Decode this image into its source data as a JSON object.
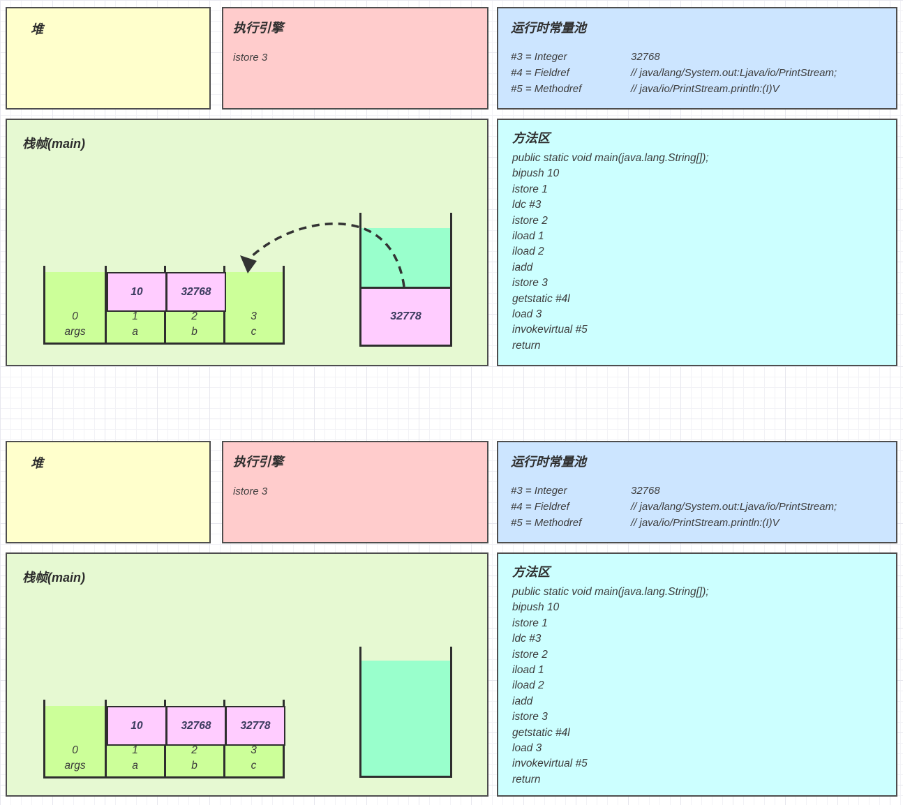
{
  "colors": {
    "heap_fill": "#FFFFCC",
    "engine_fill": "#FFCCCC",
    "constant_pool_fill": "#CCE5FF",
    "stack_frame_fill": "#E6F9D2",
    "method_area_fill": "#CCFFFF",
    "slot_fill": "#CCFF99",
    "value_cell_fill": "#FFCCFF",
    "operand_stack_fill": "#99FFCC",
    "border": "#4d4d4d"
  },
  "panels": [
    {
      "heap": {
        "title": "堆"
      },
      "engine": {
        "title": "执行引擎",
        "instruction": "istore 3"
      },
      "constant_pool": {
        "title": "运行时常量池",
        "entries": [
          {
            "ref": "#3 = Integer",
            "value": "32768"
          },
          {
            "ref": "#4 = Fieldref",
            "value": "// java/lang/System.out:Ljava/io/PrintStream;"
          },
          {
            "ref": "#5 = Methodref",
            "value": "// java/io/PrintStream.println:(I)V"
          }
        ]
      },
      "stack_frame": {
        "title": "栈帧(main)",
        "local_variables": [
          {
            "index": "0",
            "name": "args",
            "value": ""
          },
          {
            "index": "1",
            "name": "a",
            "value": "10"
          },
          {
            "index": "2",
            "name": "b",
            "value": "32768"
          },
          {
            "index": "3",
            "name": "c",
            "value": ""
          }
        ],
        "operand_stack": {
          "value": "32778"
        }
      },
      "method_area": {
        "title": "方法区",
        "code": [
          "public static void main(java.lang.String[]);",
          "bipush 10",
          "istore 1",
          "ldc #3",
          "istore 2",
          "iload 1",
          "iload 2",
          "iadd",
          "istore 3",
          "getstatic #4l",
          "load 3",
          "invokevirtual #5",
          "return"
        ]
      }
    },
    {
      "heap": {
        "title": "堆"
      },
      "engine": {
        "title": "执行引擎",
        "instruction": "istore 3"
      },
      "constant_pool": {
        "title": "运行时常量池",
        "entries": [
          {
            "ref": "#3 = Integer",
            "value": "32768"
          },
          {
            "ref": "#4 = Fieldref",
            "value": "// java/lang/System.out:Ljava/io/PrintStream;"
          },
          {
            "ref": "#5 = Methodref",
            "value": "// java/io/PrintStream.println:(I)V"
          }
        ]
      },
      "stack_frame": {
        "title": "栈帧(main)",
        "local_variables": [
          {
            "index": "0",
            "name": "args",
            "value": ""
          },
          {
            "index": "1",
            "name": "a",
            "value": "10"
          },
          {
            "index": "2",
            "name": "b",
            "value": "32768"
          },
          {
            "index": "3",
            "name": "c",
            "value": "32778"
          }
        ],
        "operand_stack": {
          "value": ""
        }
      },
      "method_area": {
        "title": "方法区",
        "code": [
          "public static void main(java.lang.String[]);",
          "bipush 10",
          "istore 1",
          "ldc #3",
          "istore 2",
          "iload 1",
          "iload 2",
          "iadd",
          "istore 3",
          "getstatic #4l",
          "load 3",
          "invokevirtual #5",
          "return"
        ]
      }
    }
  ]
}
